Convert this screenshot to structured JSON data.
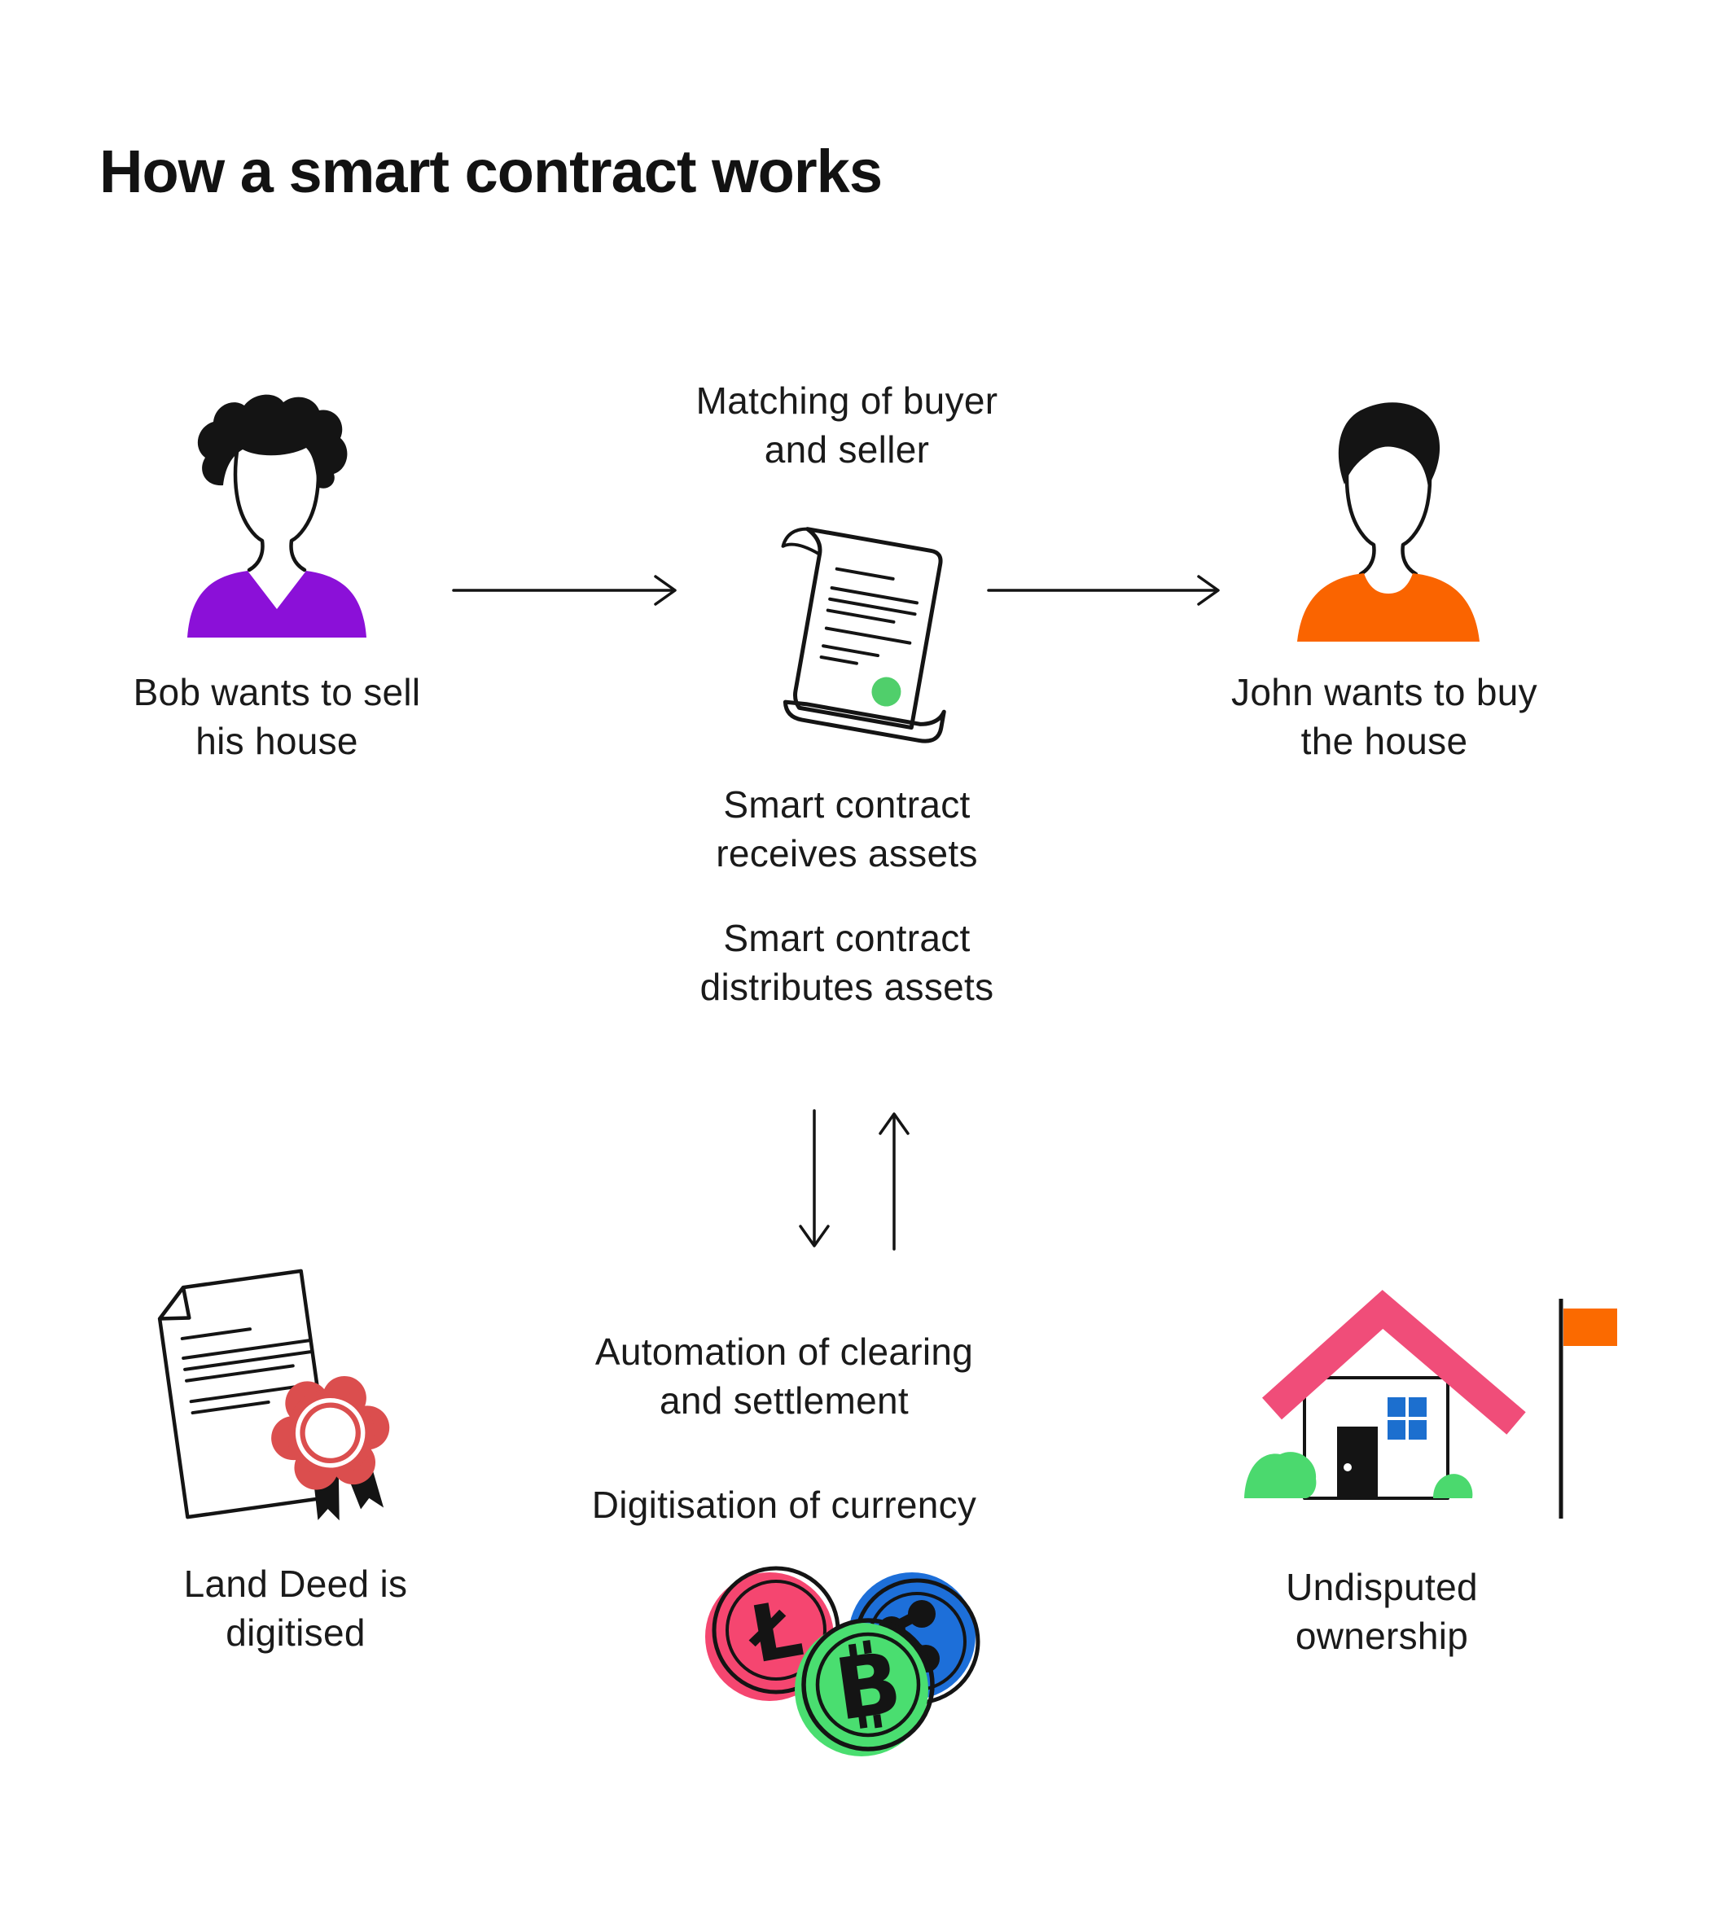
{
  "title": "How a smart contract works",
  "colors": {
    "seller_shirt": "#8B10D8",
    "buyer_shirt": "#FA6400",
    "contract_seal": "#50CF6B",
    "roof_pink": "#F04D79",
    "rosette_red": "#DB4E4E",
    "window_blue": "#1C6FCF",
    "bush_green": "#4BD96E",
    "flag_orange": "#FB6A00",
    "litecoin_accent": "#F54670",
    "bitcoin_accent": "#4ADE70",
    "ripple_accent": "#1D6FD9",
    "ink": "#141414"
  },
  "flow": {
    "seller": {
      "line1": "Bob wants to sell",
      "line2": "his house"
    },
    "matching": {
      "line1": "Matching of buyer",
      "line2": "and seller"
    },
    "buyer": {
      "line1": "John wants to buy",
      "line2": "the house"
    },
    "receives": {
      "line1": "Smart contract",
      "line2": "receives assets"
    },
    "distributes": {
      "line1": "Smart contract",
      "line2": "distributes assets"
    },
    "automation": {
      "line1": "Automation of clearing",
      "line2": "and settlement"
    },
    "digitisation": {
      "line1": "Digitisation of currency",
      "line2": ""
    },
    "deed": {
      "line1": "Land Deed is",
      "line2": "digitised"
    },
    "ownership": {
      "line1": "Undisputed",
      "line2": "ownership"
    }
  },
  "icons": {
    "seller_avatar": "person-purple-shirt",
    "buyer_avatar": "person-orange-shirt",
    "contract": "scroll-document-with-green-seal",
    "land_deed": "document-with-red-rosette-ribbon",
    "crypto_coins": "litecoin-bitcoin-ripple-coins",
    "house": "house-pink-roof-orange-flag",
    "arrow_right_1": "arrow-right",
    "arrow_right_2": "arrow-right",
    "arrow_down": "arrow-down",
    "arrow_up": "arrow-up"
  }
}
